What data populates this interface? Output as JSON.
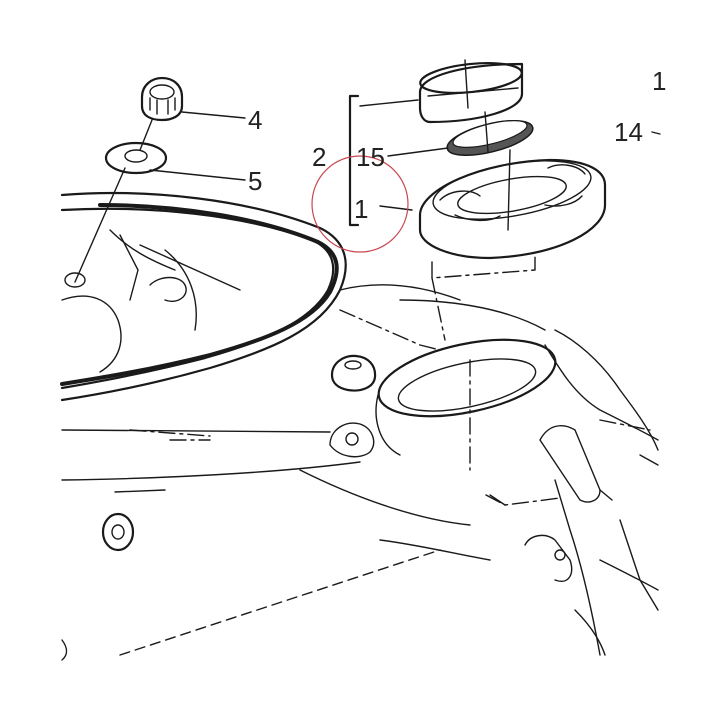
{
  "callouts": [
    {
      "id": "part-4",
      "text": "4"
    },
    {
      "id": "part-5",
      "text": "5"
    },
    {
      "id": "part-2",
      "text": "2"
    },
    {
      "id": "part-15",
      "text": "15"
    },
    {
      "id": "part-1",
      "text": "1"
    },
    {
      "id": "part-14",
      "text": "14"
    },
    {
      "id": "part-1-top",
      "text": "1"
    }
  ],
  "colors": {
    "line": "#1a1a1a",
    "highlight_circle": "#c8474f",
    "seal_fill": "#555555"
  }
}
